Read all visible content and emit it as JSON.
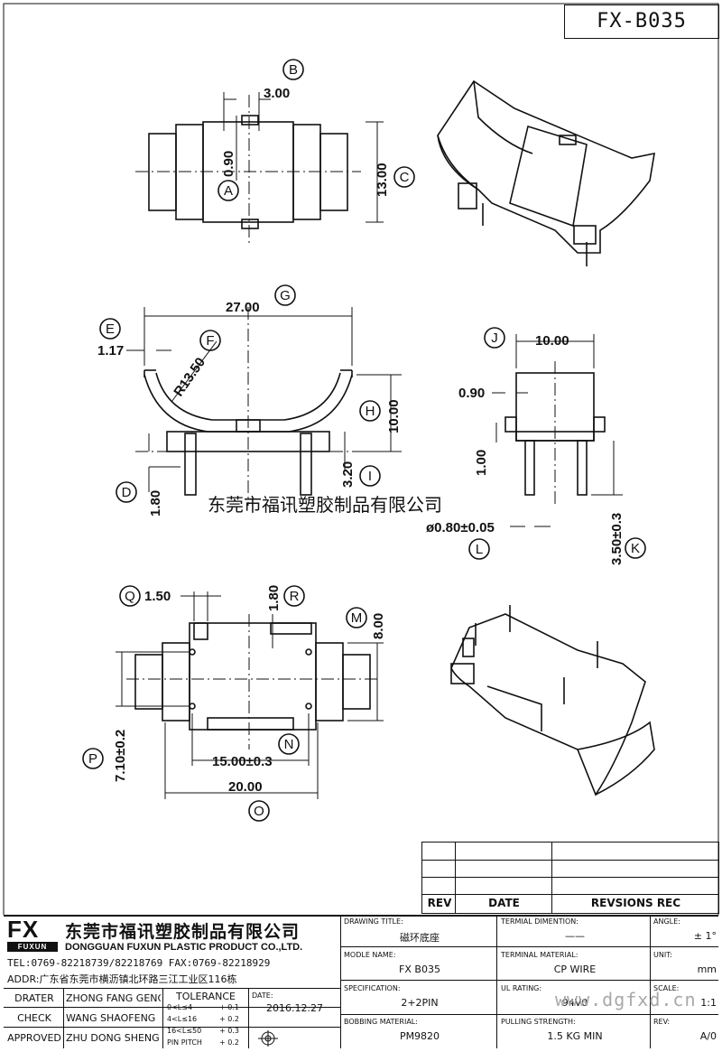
{
  "model_code": "FX-B035",
  "watermark": {
    "center_text": "东莞市福讯塑胶制品有限公司",
    "corner_url": "www.dgfxd.cn"
  },
  "views": {
    "top_view": {
      "dims": [
        "3.00",
        "0.90",
        "13.00"
      ],
      "callouts": [
        "A",
        "B",
        "C"
      ]
    },
    "front_view": {
      "dims": [
        "27.00",
        "1.17",
        "R13.50",
        "10.00",
        "3.20",
        "1.80"
      ],
      "callouts": [
        "D",
        "E",
        "F",
        "G",
        "H",
        "I"
      ]
    },
    "side_view": {
      "dims": [
        "10.00",
        "0.90",
        "1.00",
        "ø0.80±0.05",
        "3.50±0.3"
      ],
      "callouts": [
        "J",
        "K",
        "L"
      ]
    },
    "bottom_view": {
      "dims": [
        "1.50",
        "1.80",
        "8.00",
        "7.10±0.2",
        "15.00±0.3",
        "20.00"
      ],
      "callouts": [
        "M",
        "N",
        "O",
        "P",
        "Q",
        "R"
      ]
    }
  },
  "revision_table": {
    "headers": [
      "REV",
      "DATE",
      "REVSIONS REC"
    ],
    "rows": [
      [
        "",
        "",
        ""
      ],
      [
        "",
        "",
        ""
      ],
      [
        "",
        "",
        ""
      ]
    ]
  },
  "company": {
    "logo": "FX",
    "logo_sub": "FUXUN",
    "name_cn": "东莞市福讯塑胶制品有限公司",
    "name_en": "DONGGUAN FUXUN PLASTIC PRODUCT CO.,LTD.",
    "tel_fax": "TEL:0769-82218739/82218769 FAX:0769-82218929",
    "address": "ADDR:广东省东莞市横沥镇北环路三江工业区116栋"
  },
  "signoff": [
    {
      "role": "DRATER",
      "name": "ZHONG FANG GENG"
    },
    {
      "role": "CHECK",
      "name": "WANG SHAOFENG"
    },
    {
      "role": "APPROVED",
      "name": "ZHU DONG SHENG"
    }
  ],
  "tolerance": {
    "title": "TOLERANCE",
    "rows": [
      {
        "range": "0<L≤4",
        "value": "+ 0.1"
      },
      {
        "range": "4<L≤16",
        "value": "+ 0.2"
      },
      {
        "range": "16<L≤50",
        "value": "+ 0.3"
      },
      {
        "range": "PIN PITCH",
        "value": "+ 0.2"
      }
    ]
  },
  "date": {
    "label": "DATE:",
    "value": "2016.12.27"
  },
  "fields": {
    "drawing_title": {
      "label": "DRAWING TITLE:",
      "value": "磁环底座"
    },
    "terminal_dimention": {
      "label": "TERMIAL DIMENTION:",
      "value": "——"
    },
    "angle": {
      "label": "ANGLE:",
      "value": "± 1°"
    },
    "model_name": {
      "label": "MODLE NAME:",
      "value": "FX B035"
    },
    "terminal_material": {
      "label": "TERMINAL MATERIAL:",
      "value": "CP WIRE"
    },
    "unit": {
      "label": "UNIT:",
      "value": "mm"
    },
    "specification": {
      "label": "SPECIFICATION:",
      "value": "2+2PIN"
    },
    "ul_rating": {
      "label": "UL RATING:",
      "value": "94V0"
    },
    "scale": {
      "label": "SCALE:",
      "value": "1:1"
    },
    "bobbing_material": {
      "label": "BOBBING MATERIAL:",
      "value": "PM9820"
    },
    "pulling_strength": {
      "label": "PULLING STRENGTH:",
      "value": "1.5 KG MIN"
    },
    "rev": {
      "label": "REV:",
      "value": "A/0"
    }
  }
}
